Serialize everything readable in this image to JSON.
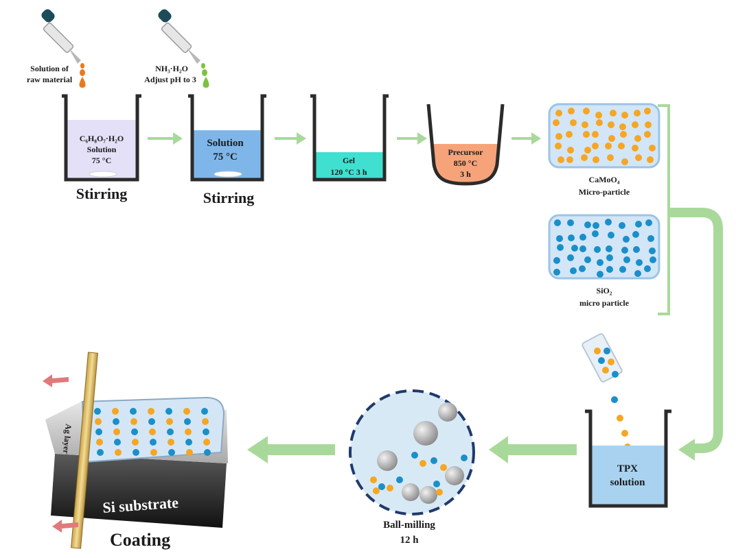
{
  "steps": {
    "dropper1_label_line1": "Solution of",
    "dropper1_label_line2": "raw material",
    "dropper2_label_line1": "NH₃·H₂O",
    "dropper2_label_line2": "Adjust pH to 3",
    "beaker1_line1": "C₆H₈O₇·H₂O",
    "beaker1_line2": "Solution",
    "beaker1_line3": "75 °C",
    "beaker1_caption": "Stirring",
    "beaker2_line1": "Solution",
    "beaker2_line2": "75 °C",
    "beaker2_caption": "Stirring",
    "beaker3_line1": "Gel",
    "beaker3_line2": "120 °C 3 h",
    "crucible_line1": "Precursor",
    "crucible_line2": "850 °C",
    "crucible_line3": "3 h",
    "particle1_line1": "CaMoO₄",
    "particle1_line2": "Micro-particle",
    "particle2_line1": "SiO₂",
    "particle2_line2": "micro particle",
    "tpx_line1": "TPX",
    "tpx_line2": "solution",
    "ballmill_line1": "Ball-milling",
    "ballmill_line2": "12 h",
    "coating_caption": "Coating",
    "ag_layer": "Ag layer",
    "si_substrate": "Si substrate"
  },
  "colors": {
    "arrow": "#a9d99a",
    "orange_particle": "#f5a623",
    "blue_particle": "#1a8fc9",
    "beaker1_fill": "#e4e0f7",
    "beaker2_fill": "#7fb6ea",
    "gel_fill": "#40e0d0",
    "precursor_fill": "#f6a37a",
    "panel_fill": "#d2e6f7",
    "tpx_fill": "#a8d2f0"
  }
}
